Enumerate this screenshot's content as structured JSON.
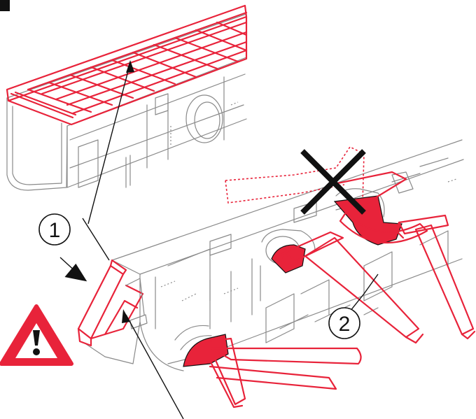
{
  "diagram": {
    "callouts": [
      {
        "id": "1",
        "label": "1"
      },
      {
        "id": "2",
        "label": "2"
      }
    ],
    "colors": {
      "accent": "#e8233a",
      "line": "#8a8a8a",
      "ink": "#111111",
      "background": "#ffffff"
    },
    "icons": [
      "warning-triangle-icon",
      "prohibited-x-icon",
      "hammer-icon",
      "arrow-icon"
    ]
  }
}
